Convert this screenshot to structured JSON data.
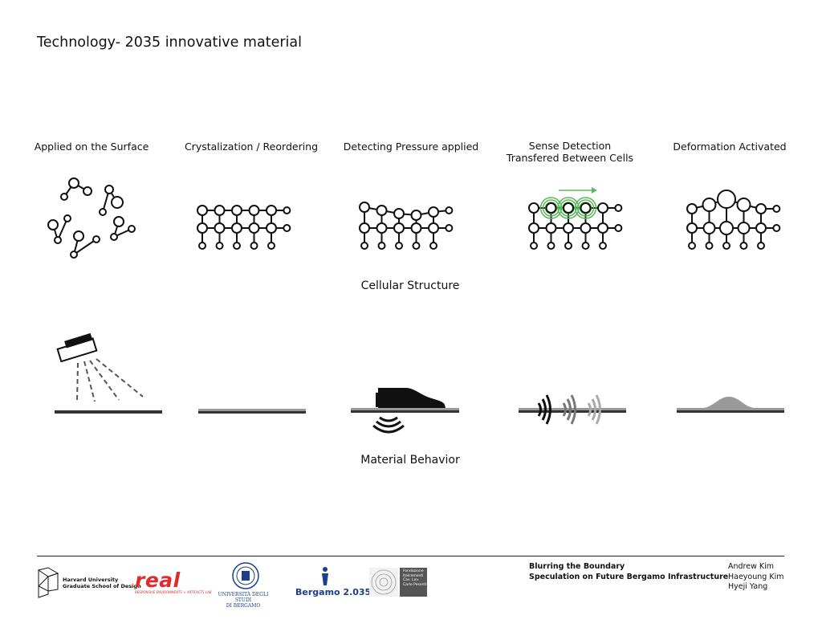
{
  "title": "Technology- 2035 innovative material",
  "stages": [
    {
      "label": "Applied on the Surface"
    },
    {
      "label": "Crystalization / Reordering"
    },
    {
      "label": "Detecting Pressure applied"
    },
    {
      "label_line1": "Sense Detection",
      "label_line2": "Transfered Between Cells"
    },
    {
      "label": "Deformation Activated"
    }
  ],
  "sections": {
    "cellular": "Cellular Structure",
    "behavior": "Material Behavior"
  },
  "colors": {
    "accent_green": "#5cb85c",
    "surface_gray": "#888888",
    "text": "#111111"
  },
  "icons": {
    "sprayer": "spray-nozzle-icon",
    "shoe": "shoe-icon",
    "sound_wave": "sound-wave-icon"
  },
  "footer": {
    "project_line1": "Blurring the Boundary",
    "project_line2": "Speculation on Future Bergamo Infrastructure",
    "authors": [
      "Andrew Kim",
      "Haeyoung Kim",
      "Hyeji Yang"
    ],
    "logos": {
      "harvard_line1": "Harvard University",
      "harvard_line2": "Graduate School of Design",
      "real": "real",
      "real_sub": "RESPONSIVE ENVIRONMENTS + ARTIFACTS LAB",
      "unibg_line1": "UNIVERSITÀ DEGLI STUDI",
      "unibg_line2": "DI BERGAMO",
      "bergamo2035": "Bergamo 2.035",
      "foundation_line1": "Fondazione",
      "foundation_line2": "Italcementi",
      "foundation_line3": "Cav. Lav.",
      "foundation_line4": "Carlo Pesenti"
    }
  }
}
